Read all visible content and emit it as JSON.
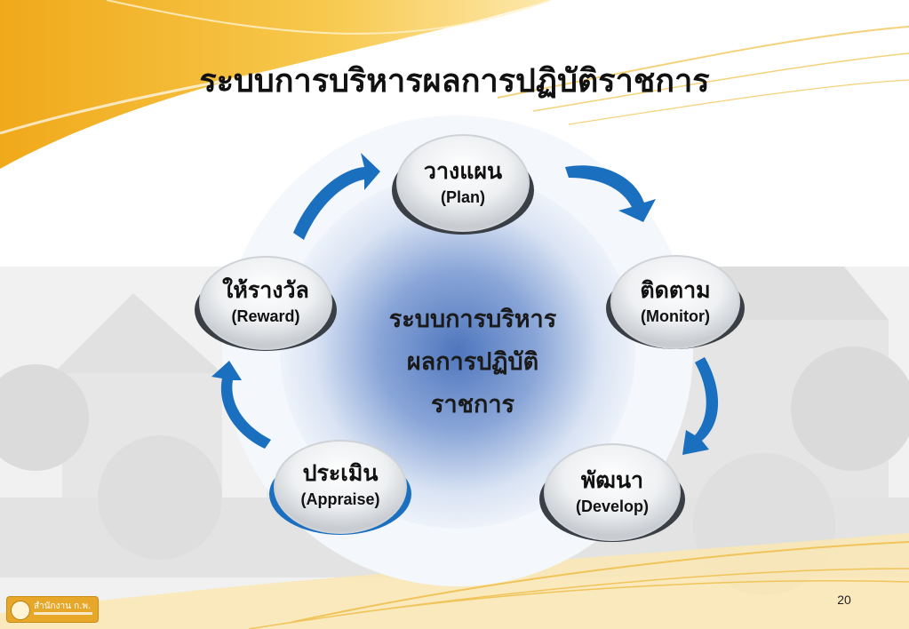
{
  "slide": {
    "title": "ระบบการบริหารผลการปฏิบัติราชการ",
    "page_number": "20"
  },
  "center": {
    "lines": [
      "ระบบการบริหาร",
      "ผลการปฏิบัติ",
      "ราชการ"
    ]
  },
  "nodes": [
    {
      "id": "plan",
      "th": "วางแผน",
      "en": "(Plan)"
    },
    {
      "id": "monitor",
      "th": "ติดตาม",
      "en": "(Monitor)"
    },
    {
      "id": "develop",
      "th": "พัฒนา",
      "en": "(Develop)"
    },
    {
      "id": "appraise",
      "th": "ประเมิน",
      "en": "(Appraise)"
    },
    {
      "id": "reward",
      "th": "ให้รางวัล",
      "en": "(Reward)"
    }
  ],
  "footer": {
    "logo_text": "สำนักงาน ก.พ."
  },
  "colors": {
    "arrow": "#1a6fbf",
    "center_glow": "#5d84c6",
    "gold": "#f2b630"
  }
}
